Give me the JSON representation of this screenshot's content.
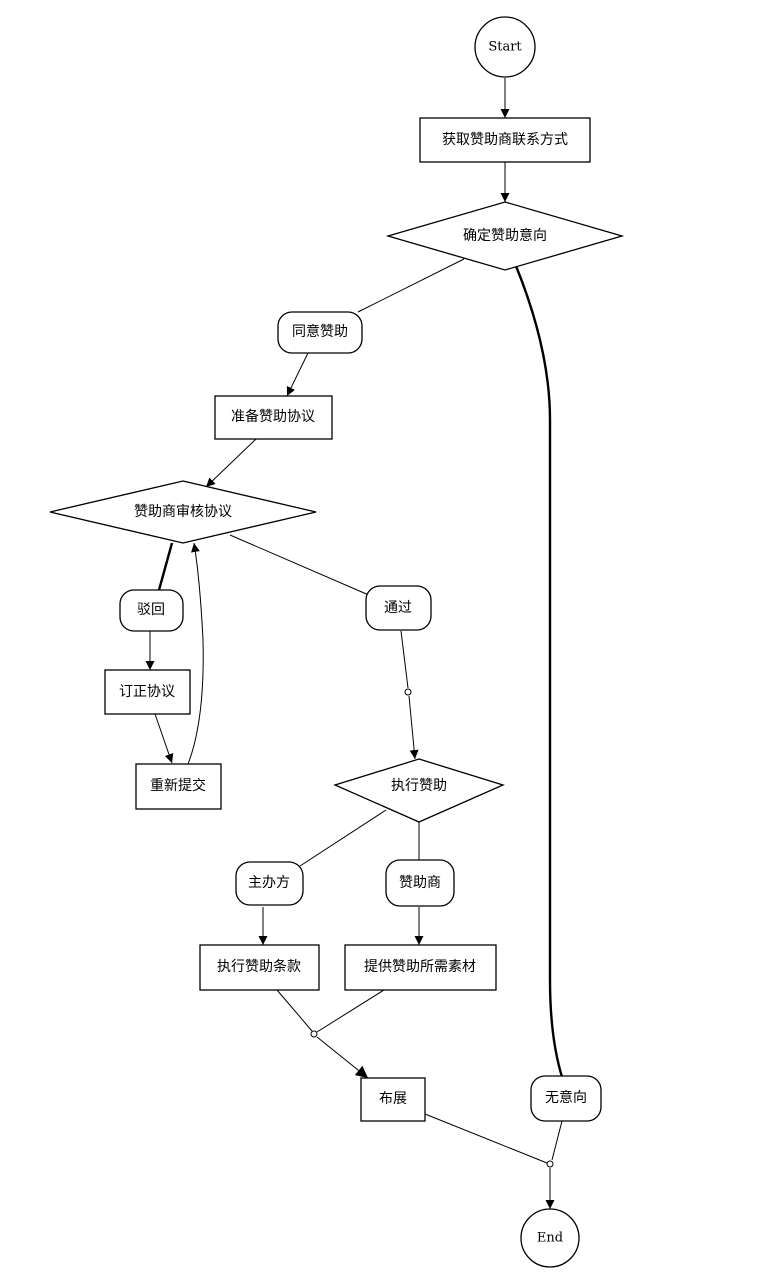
{
  "nodes": {
    "start": "Start",
    "get_contact": "获取赞助商联系方式",
    "confirm_intent": "确定赞助意向",
    "agree": "同意赞助",
    "prepare_agreement": "准备赞助协议",
    "review_agreement": "赞助商审核协议",
    "reject": "驳回",
    "revise_agreement": "订正协议",
    "resubmit": "重新提交",
    "approve": "通过",
    "execute": "执行赞助",
    "organizer": "主办方",
    "sponsor": "赞助商",
    "execute_terms": "执行赞助条款",
    "provide_materials": "提供赞助所需素材",
    "setup": "布展",
    "no_intent": "无意向",
    "end": "End"
  }
}
